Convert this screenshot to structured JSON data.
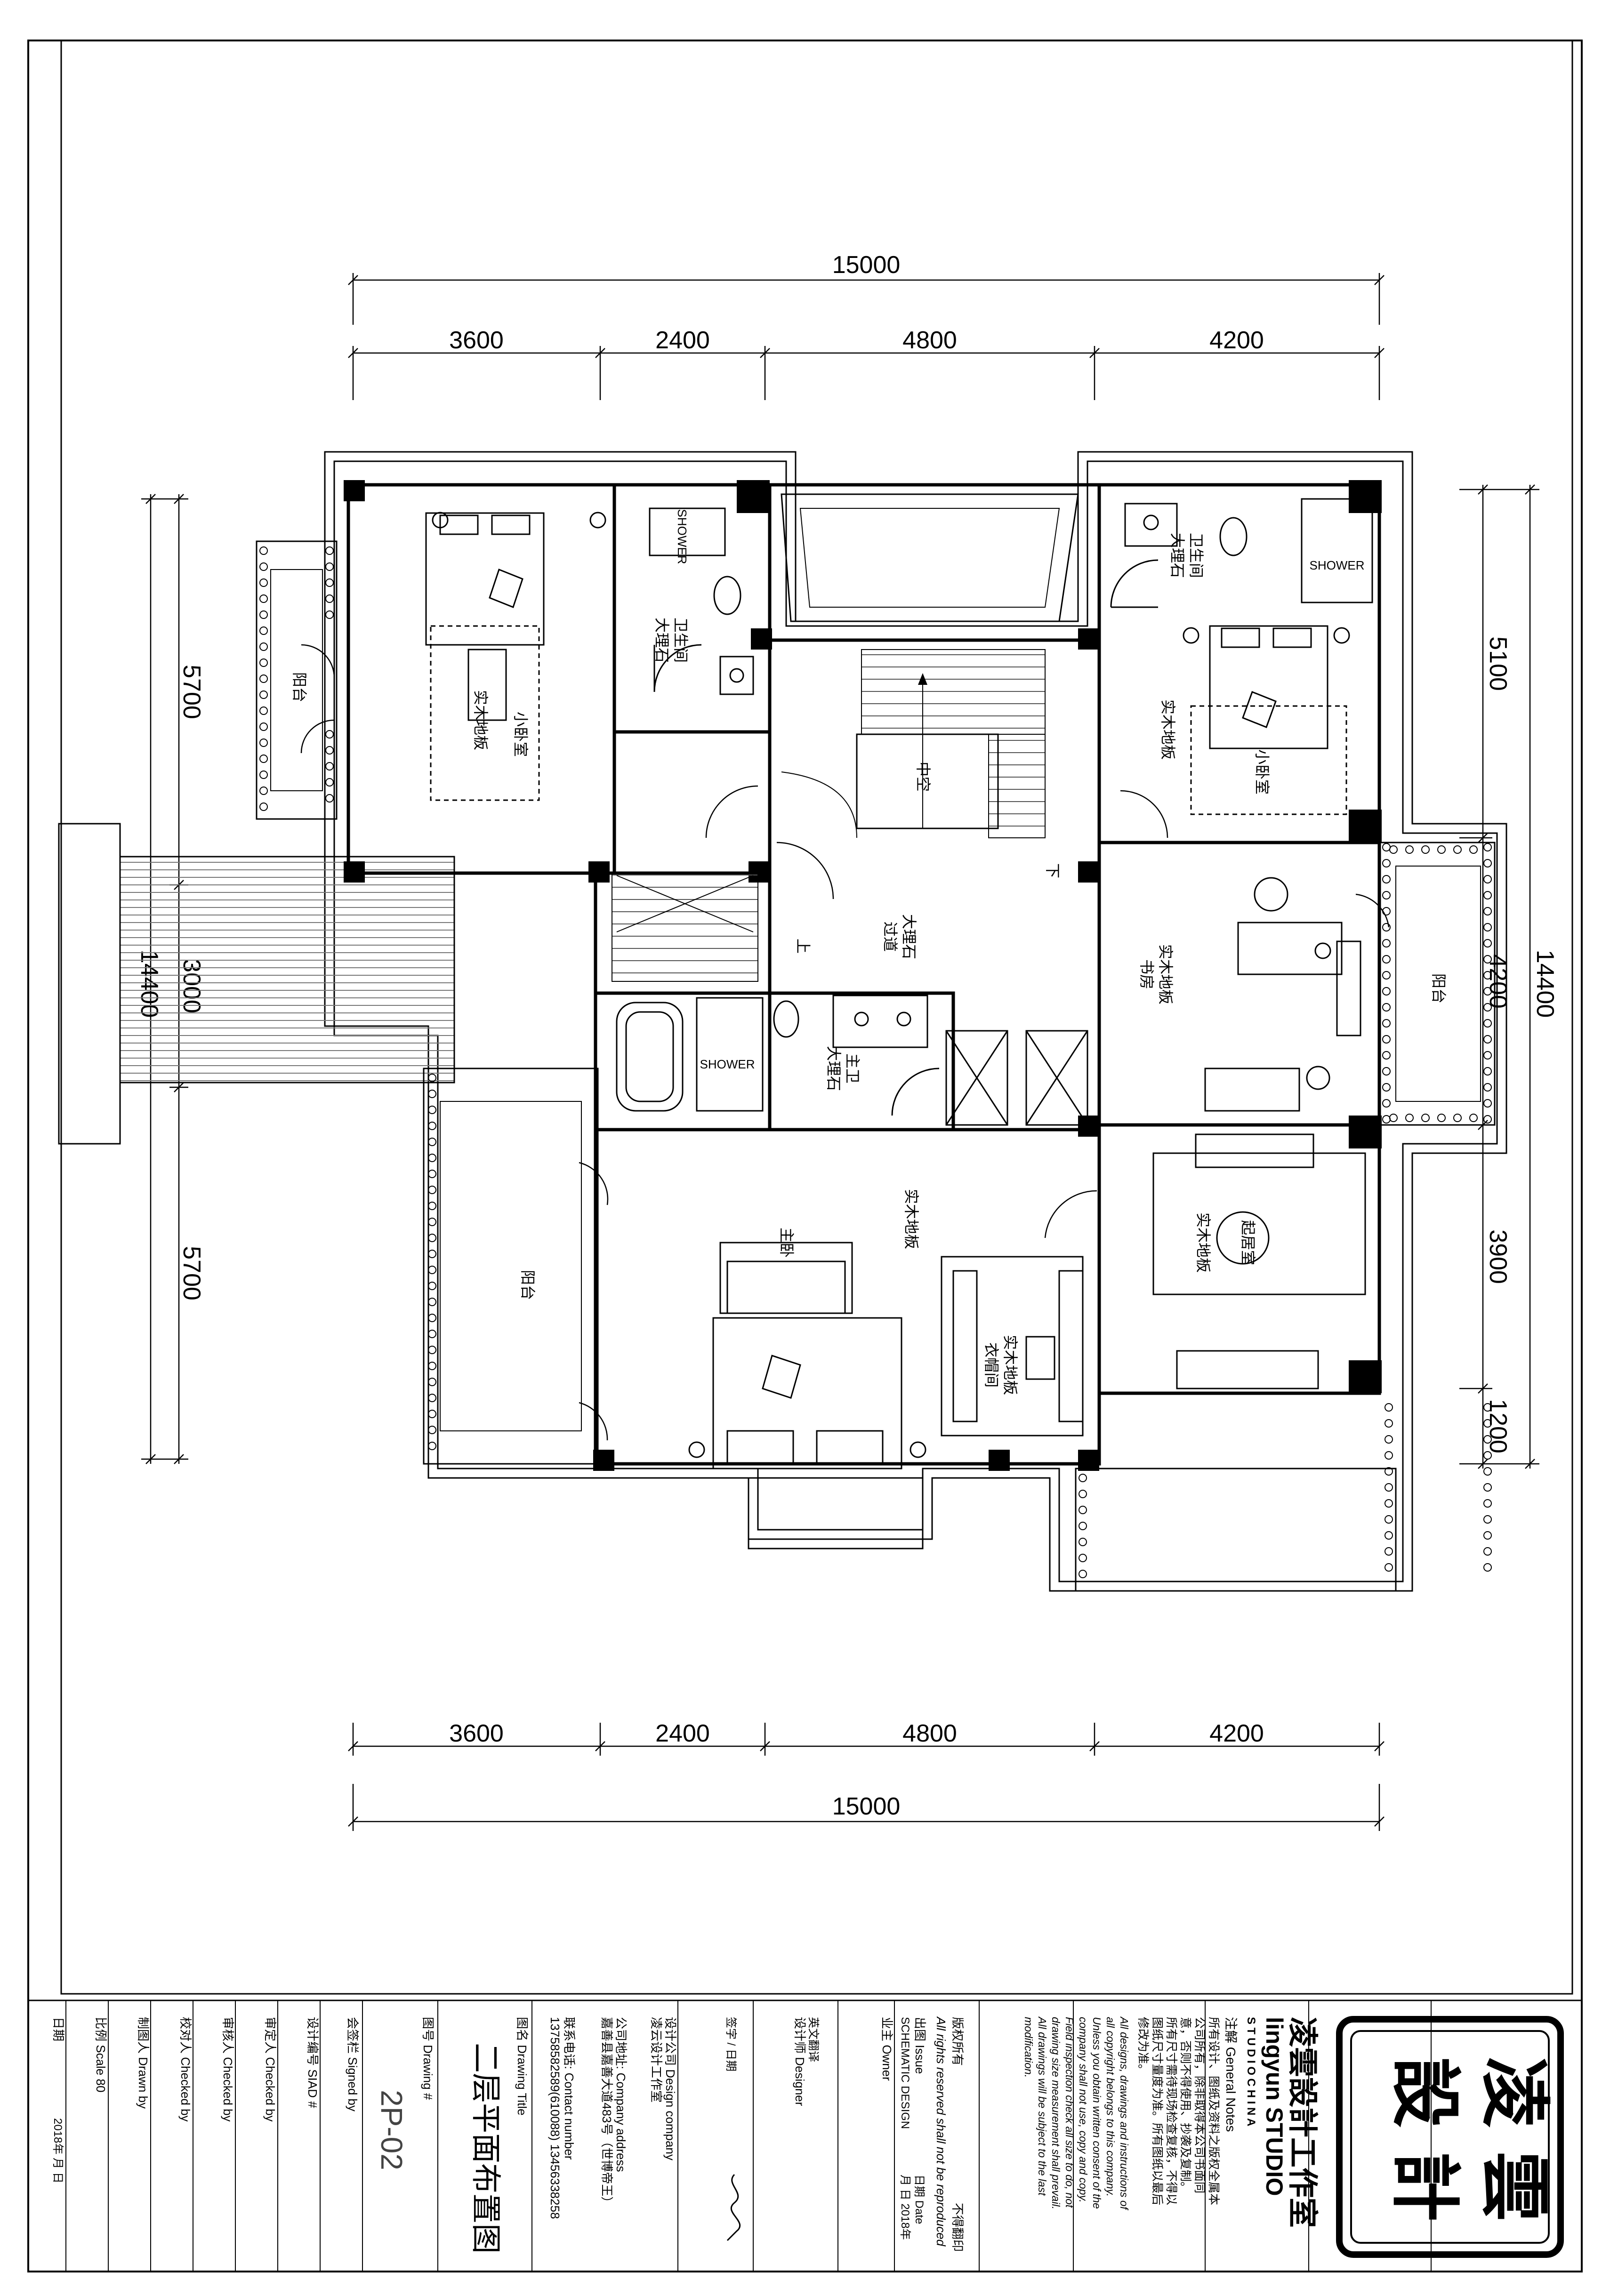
{
  "dimensions": {
    "top_total": "15000",
    "top_segments": [
      "3600",
      "2400",
      "4800",
      "4200"
    ],
    "bottom_total": "15000",
    "bottom_segments": [
      "3600",
      "2400",
      "4800",
      "4200"
    ],
    "left_outer": "14400",
    "left_segments": [
      "5700",
      "3000",
      "5700"
    ],
    "right_outer": "14400",
    "right_segments": [
      "5100",
      "4200",
      "3900",
      "1200"
    ]
  },
  "rooms": {
    "bedroom_nw": "实木地板",
    "bedroom_nw_sub": "小卧室",
    "balcony_nw": "阳台",
    "bath_nw": "大理石",
    "bath_nw_sub": "卫生间",
    "shower_nw": "SHOWER",
    "bath_ne": "大理石",
    "bath_ne_sub": "卫生间",
    "shower_ne": "SHOWER",
    "bedroom_ne": "实木地板",
    "bedroom_ne_sub": "小卧室",
    "void": "中空",
    "corridor": "大理石",
    "corridor_sub": "过道",
    "stair_down": "下",
    "stair_up": "上",
    "study": "实木地板",
    "study_sub": "书房",
    "balcony_e": "阳台",
    "master_bath": "大理石",
    "master_bath_sub": "主卫",
    "shower_mb": "SHOWER",
    "master_bedroom": "实木地板",
    "master_bedroom_sub": "主卧",
    "balcony_w": "阳台",
    "walkin": "实木地板",
    "walkin_sub": "衣帽间",
    "living_se": "实木地板",
    "living_se_sub": "起居室"
  },
  "title_block": {
    "logo_glyphs": [
      "凌",
      "雲",
      "設",
      "計"
    ],
    "logo_subtitle": "STUDIO · CHINA",
    "studio_cn": "凌雲設計工作室",
    "studio_en": "lingyun STUDIO",
    "studio_en_sub": "S T U D I O   C H I N A",
    "notes_title": "注解 General Notes",
    "notes_cn": [
      "所有设计、图纸及资料之版权全属本",
      "公司所有，除非取得本公司书面同",
      "意，否则不得使用、抄袭及复制。",
      "所有尺寸需待现场检查复核，不得以",
      "图纸尺寸量度为准。所有图纸以最后",
      "修改为准。"
    ],
    "notes_en": [
      "All designs, drawings and instructions of",
      "all copyright belongs to this company.",
      "Unless you obtain written consent of the",
      "company shall not use, copy and copy.",
      "Field inspection check all size to do, not",
      "drawing size measurement shall prevail.",
      "All drawings will be subject to the last",
      "modification."
    ],
    "copyright_cn": "版权所有",
    "copyright_right": "不得翻印",
    "copyright_en": "All rights reserved shall not be reproduced",
    "issue_label": "出图 Issue",
    "issue_value": "SCHEMATIC DESIGN",
    "date_issue": "月   日 2018年",
    "date_label": "日期 Date",
    "owner_label": "业主 Owner",
    "owner_en": "英文翻译",
    "designer_label": "设计师 Designer",
    "sign_label": "签字 / 日期",
    "company_label": "设计公司 Design company",
    "company_name": "凌云设计工作室",
    "address_label": "公司地址: Company address",
    "address_value": "嘉善县嘉善大道483号（世博帝王）",
    "contact_label": "联系电话: Contact number",
    "contact_value": "13758582589(610088) 13456338258",
    "drawing_title_label": "图名 Drawing Title",
    "drawing_title": "二层平面布置图",
    "drawing_no_label": "图号 Drawing #",
    "drawing_no": "2P-02",
    "signed_label": "会签栏 Signed by",
    "siad_label": "设计编号 SIAD #",
    "approved_label": "审定人 Checked by",
    "reviewed_label": "审核人 Checked by",
    "checked_label": "校对人 Checked by",
    "drawn_label": "制图人 Drawn by",
    "scale_label": "比例 Scale 80",
    "date_label2": "日期",
    "date_value2": "2018年   月   日"
  }
}
